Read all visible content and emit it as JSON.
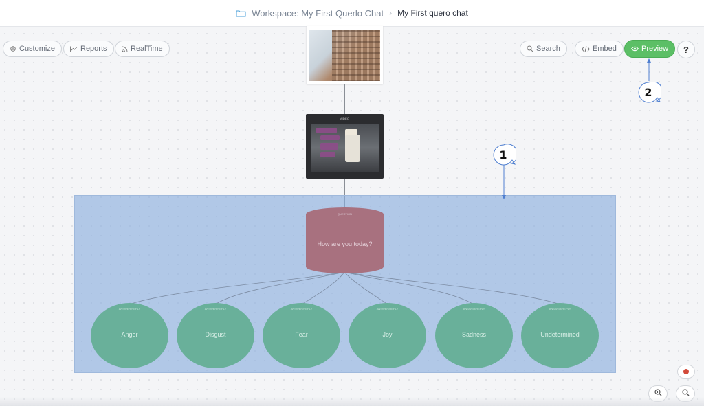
{
  "breadcrumb": {
    "workspace": "Workspace: My First Querlo Chat",
    "separator": "›",
    "current": "My First quero chat"
  },
  "toolbar": {
    "customize": "Customize",
    "reports": "Reports",
    "realtime": "RealTime",
    "search": "Search",
    "embed": "Embed",
    "preview": "Preview",
    "help": "?"
  },
  "flow": {
    "video_label": "VIDEO",
    "question": {
      "tag": "QUESTION",
      "text": "How are you today?"
    },
    "answers": [
      {
        "tag": "ANSWER/REPLY",
        "text": "Anger"
      },
      {
        "tag": "ANSWER/REPLY",
        "text": "Disgust"
      },
      {
        "tag": "ANSWER/REPLY",
        "text": "Fear"
      },
      {
        "tag": "ANSWER/REPLY",
        "text": "Joy"
      },
      {
        "tag": "ANSWER/REPLY",
        "text": "Sadness"
      },
      {
        "tag": "ANSWER/REPLY",
        "text": "Undetermined"
      }
    ]
  },
  "callouts": {
    "one": "1",
    "two": "2"
  },
  "colors": {
    "preview_green": "#5cbf66",
    "group_blue": "#87acdd",
    "question_rose": "#a8717f",
    "answer_teal": "#69b09a",
    "record_red": "#d24a3a"
  }
}
